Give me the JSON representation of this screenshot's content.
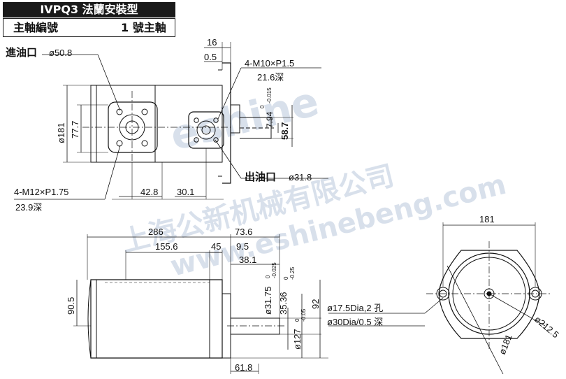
{
  "title": {
    "model": "IVPQ3 法蘭安裝型",
    "shaft_label": "主軸編號",
    "shaft_value": "1 號主軸"
  },
  "front_view": {
    "inlet_label": "進油口",
    "inlet_size": "ø50.8",
    "outlet_label": "出油口",
    "outlet_size": "ø31.8",
    "dim_16": "16",
    "dim_05": "0.5",
    "thread_m10": "4-M10×P1.5",
    "depth_216": "21.6深",
    "dim_794": "7.94",
    "tol_794_upper": "0",
    "tol_794_lower": "-0.015",
    "dim_587": "58.7",
    "dim_181": "ø181",
    "dim_777": "77.7",
    "thread_m12": "4-M12×P1.75",
    "depth_239": "23.9深",
    "dim_428": "42.8",
    "dim_301": "30.1"
  },
  "side_view": {
    "dim_286": "286",
    "dim_736": "73.6",
    "dim_1556": "155.6",
    "dim_45": "45",
    "dim_95": "9.5",
    "dim_381": "38.1",
    "dim_905": "90.5",
    "dim_3175": "ø31.75",
    "tol_3175_upper": "0",
    "tol_3175_lower": "-0.025",
    "dim_3536": "35.36",
    "tol_3536_upper": "0",
    "tol_3536_lower": "-0.25",
    "dim_127": "ø127",
    "tol_127_upper": "0",
    "tol_127_lower": "-0.05",
    "dim_92": "92",
    "dim_618": "61.8"
  },
  "end_view": {
    "dim_181_top": "181",
    "hole_note_1": "ø17.5Dia,2 孔",
    "hole_note_2": "ø30Dia/0.5 深",
    "dim_2125": "ø212.5",
    "dim_181_diag": "ø181"
  },
  "watermark": {
    "brand": "eshine",
    "company": "上海公新机械有限公司",
    "url": "www.eshinebeng.com"
  }
}
